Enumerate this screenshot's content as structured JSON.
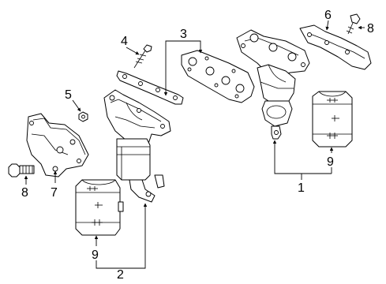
{
  "callouts": {
    "c1": "1",
    "c2": "2",
    "c3": "3",
    "c4": "4",
    "c5": "5",
    "c6": "6",
    "c7": "7",
    "c8a": "8",
    "c8b": "8",
    "c9a": "9",
    "c9b": "9"
  }
}
